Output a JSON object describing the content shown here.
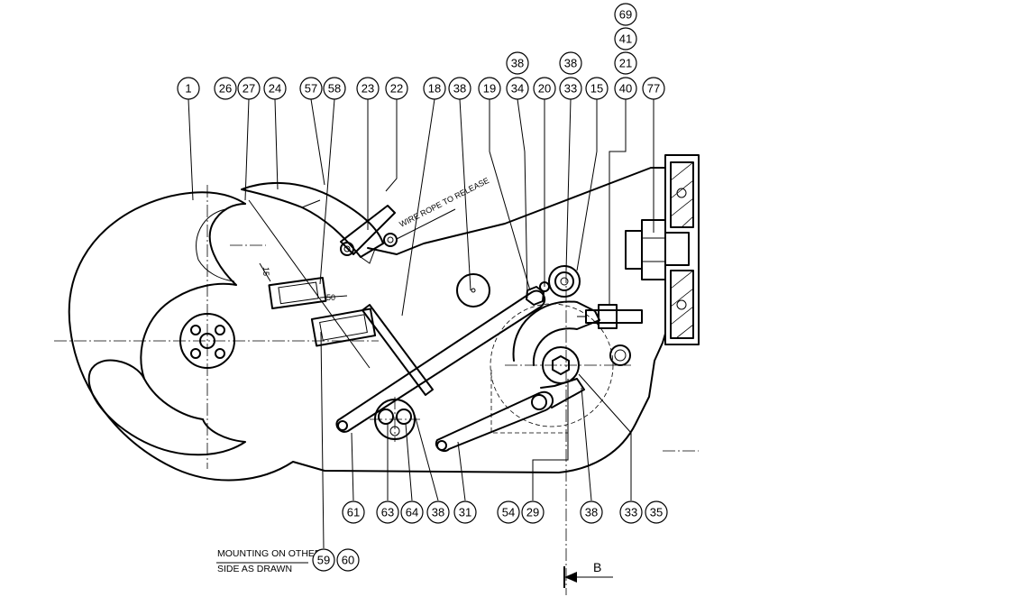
{
  "balloons": {
    "top": [
      {
        "label": "1"
      },
      {
        "label": "26"
      },
      {
        "label": "27"
      },
      {
        "label": "24"
      },
      {
        "label": "57"
      },
      {
        "label": "58"
      },
      {
        "label": "23"
      },
      {
        "label": "22"
      },
      {
        "label": "18"
      },
      {
        "label": "38"
      },
      {
        "label": "19"
      },
      {
        "label": "34"
      },
      {
        "label": "20"
      },
      {
        "label": "33"
      },
      {
        "label": "15"
      },
      {
        "label": "40"
      },
      {
        "label": "77"
      }
    ],
    "stacked": [
      {
        "label": "38"
      },
      {
        "label": "38"
      },
      {
        "label": "69"
      },
      {
        "label": "41"
      },
      {
        "label": "21"
      }
    ],
    "bottom": [
      {
        "label": "61"
      },
      {
        "label": "63"
      },
      {
        "label": "64"
      },
      {
        "label": "38"
      },
      {
        "label": "31"
      },
      {
        "label": "54"
      },
      {
        "label": "29"
      },
      {
        "label": "38"
      },
      {
        "label": "33"
      },
      {
        "label": "35"
      }
    ],
    "note_pair": [
      {
        "label": "59"
      },
      {
        "label": "60"
      }
    ]
  },
  "notes": {
    "mounting_line1": "MOUNTING ON OTHER",
    "mounting_line2": "SIDE AS DRAWN",
    "wire_rope": "WIRE ROPE TO RELEASE",
    "section_marker": "B"
  },
  "dimensions": {
    "dim_15": "15",
    "dim_50": "50"
  }
}
